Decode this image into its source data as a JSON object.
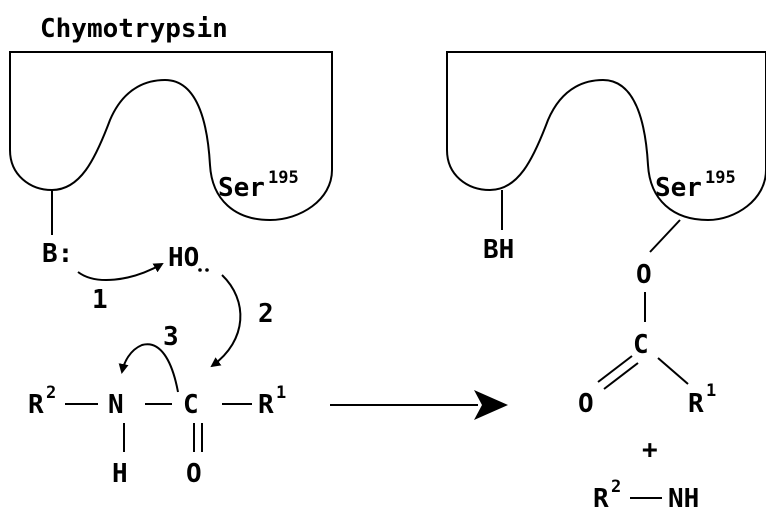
{
  "title": "Chymotrypsin",
  "left": {
    "residue": "Ser",
    "residue_number": "195",
    "base": "B:",
    "hydroxyl": "HO",
    "amine_n": "N",
    "amine_h": "H",
    "carbonyl_c": "C",
    "carbonyl_o": "O",
    "r2": "R",
    "r2_sup": "2",
    "r1": "R",
    "r1_sup": "1",
    "step1": "1",
    "step2": "2",
    "step3": "3"
  },
  "right": {
    "residue": "Ser",
    "residue_number": "195",
    "base": "BH",
    "ester_o": "O",
    "carbonyl_c": "C",
    "carbonyl_o": "O",
    "r1": "R",
    "r1_sup": "1",
    "plus": "+",
    "r2": "R",
    "r2_sup": "2",
    "nh": "NH"
  },
  "colors": {
    "ink": "#000000",
    "background": "#ffffff"
  }
}
